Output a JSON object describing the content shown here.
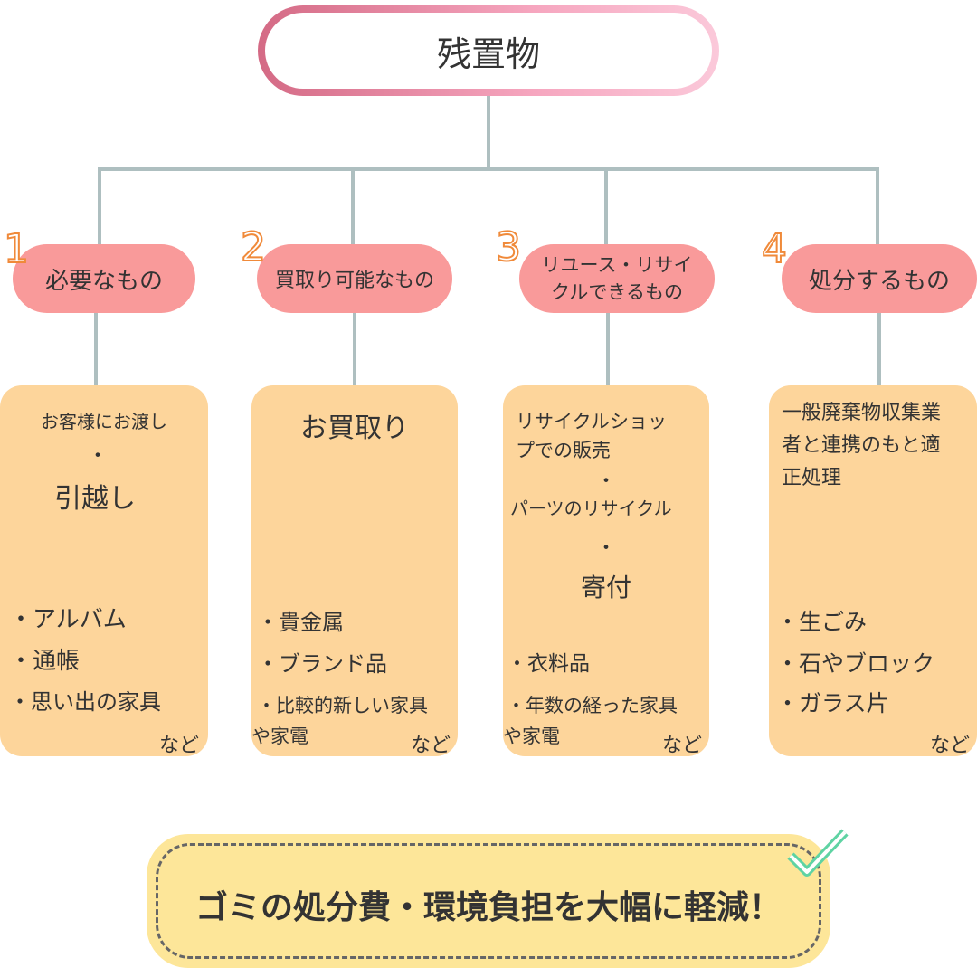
{
  "title": "残置物",
  "categories": [
    {
      "number": "1",
      "label": "必要なもの",
      "card": {
        "top_lines": [
          "お客様にお渡し",
          "・",
          "引越し"
        ],
        "items": [
          "・アルバム",
          "・通帳",
          "・思い出の家具"
        ],
        "etc": "など"
      }
    },
    {
      "number": "2",
      "label": "買取り可能なもの",
      "card": {
        "top_lines": [
          "お買取り"
        ],
        "items": [
          "・貴金属",
          "・ブランド品",
          "・比較的新しい家具",
          "や家電"
        ],
        "etc": "など"
      }
    },
    {
      "number": "3",
      "label_lines": [
        "リユース・リサイ",
        "クルできるもの"
      ],
      "card": {
        "top_lines": [
          "リサイクルショッ",
          "プでの販売",
          "・",
          "パーツのリサイクル",
          "・",
          "寄付"
        ],
        "items": [
          "・衣料品",
          "・年数の経った家具",
          "や家電"
        ],
        "etc": "など"
      }
    },
    {
      "number": "4",
      "label": "処分するもの",
      "card": {
        "top_lines": [
          "一般廃棄物収集業",
          "者と連携のもと適",
          "正処理"
        ],
        "items": [
          "・生ごみ",
          "・石やブロック",
          "・ガラス片"
        ],
        "etc": "など"
      }
    }
  ],
  "banner": {
    "text": "ゴミの処分費・環境負担を大幅に軽減！"
  },
  "icons": {
    "check": "check-icon"
  },
  "colors": {
    "pill": "#f99a9a",
    "card": "#fdd59b",
    "banner": "#fde699",
    "number_stroke": "#f08a3a",
    "check": "#5fd3a3",
    "line": "#aebfc0"
  }
}
